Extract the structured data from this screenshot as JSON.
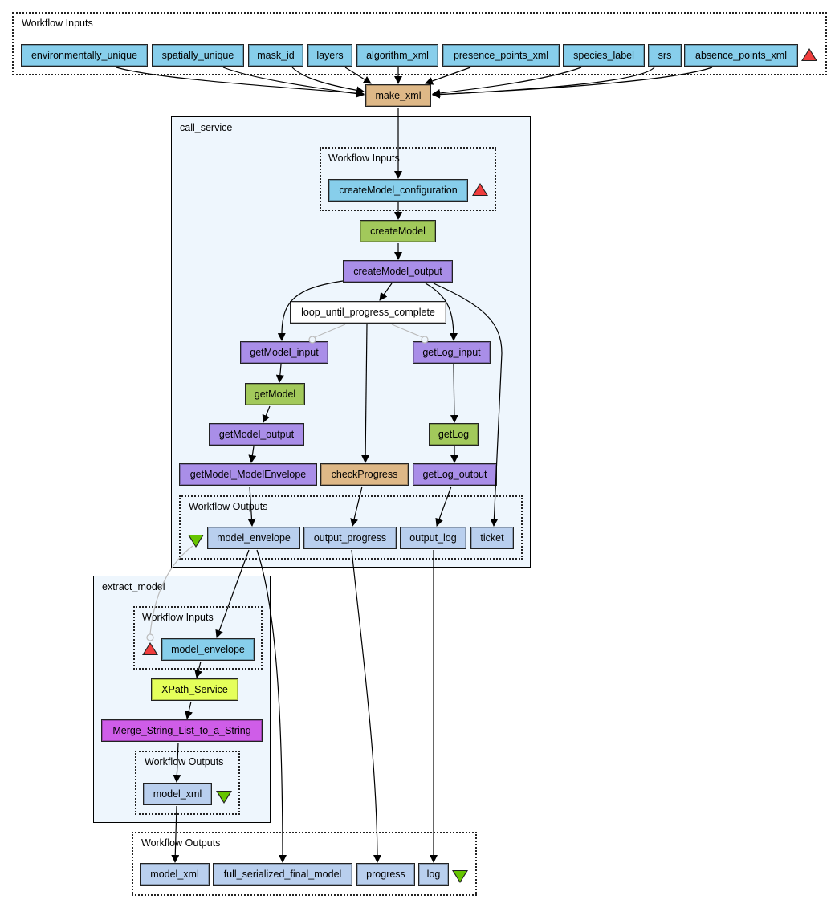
{
  "top_inputs": {
    "label": "Workflow Inputs",
    "ports": [
      "environmentally_unique",
      "spatially_unique",
      "mask_id",
      "layers",
      "algorithm_xml",
      "presence_points_xml",
      "species_label",
      "srs",
      "absence_points_xml"
    ],
    "marker_icon": "input-triangle-icon"
  },
  "make_xml": {
    "label": "make_xml"
  },
  "call_service": {
    "label": "call_service",
    "inputs": {
      "label": "Workflow Inputs",
      "ports": [
        "createModel_configuration"
      ]
    },
    "nodes": {
      "createModel": "createModel",
      "createModel_output": "createModel_output",
      "loop": "loop_until_progress_complete",
      "getModel_input": "getModel_input",
      "getLog_input": "getLog_input",
      "getModel": "getModel",
      "getLog": "getLog",
      "getModel_output": "getModel_output",
      "getModel_ModelEnvelope": "getModel_ModelEnvelope",
      "checkProgress": "checkProgress",
      "getLog_output": "getLog_output"
    },
    "outputs": {
      "label": "Workflow Outputs",
      "ports": [
        "model_envelope",
        "output_progress",
        "output_log",
        "ticket"
      ]
    }
  },
  "extract_model": {
    "label": "extract_model",
    "inputs": {
      "label": "Workflow Inputs",
      "ports": [
        "model_envelope"
      ]
    },
    "nodes": {
      "xpath": "XPath_Service",
      "merge": "Merge_String_List_to_a_String"
    },
    "outputs": {
      "label": "Workflow Outputs",
      "ports": [
        "model_xml"
      ]
    }
  },
  "bottom_outputs": {
    "label": "Workflow Outputs",
    "ports": [
      "model_xml",
      "full_serialized_final_model",
      "progress",
      "log"
    ]
  },
  "colors": {
    "input": "#87ceeb",
    "output": "#b9cfee",
    "beanshell": "#deb887",
    "wsdl": "#a2c95b",
    "xml_splitter": "#a98ee8",
    "xpath": "#e5ff5a",
    "local_worker": "#cf5de8",
    "nested_bg": "#eef6fd"
  }
}
